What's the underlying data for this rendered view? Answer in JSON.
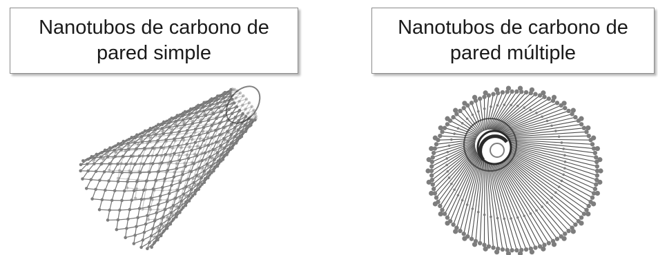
{
  "panels": [
    {
      "title_line1": "Nanotubos de carbono de",
      "title_line2": "pared simple"
    },
    {
      "title_line1": "Nanotubos de carbono de",
      "title_line2": "pared múltiple"
    }
  ],
  "colors": {
    "line": "#6a6a6a",
    "atom": "#7d7d7d",
    "dark": "#2b2b2b",
    "box_border": "#8a8a8a"
  },
  "icons": [
    "single-wall-nanotube-icon",
    "multi-wall-nanotube-icon"
  ]
}
